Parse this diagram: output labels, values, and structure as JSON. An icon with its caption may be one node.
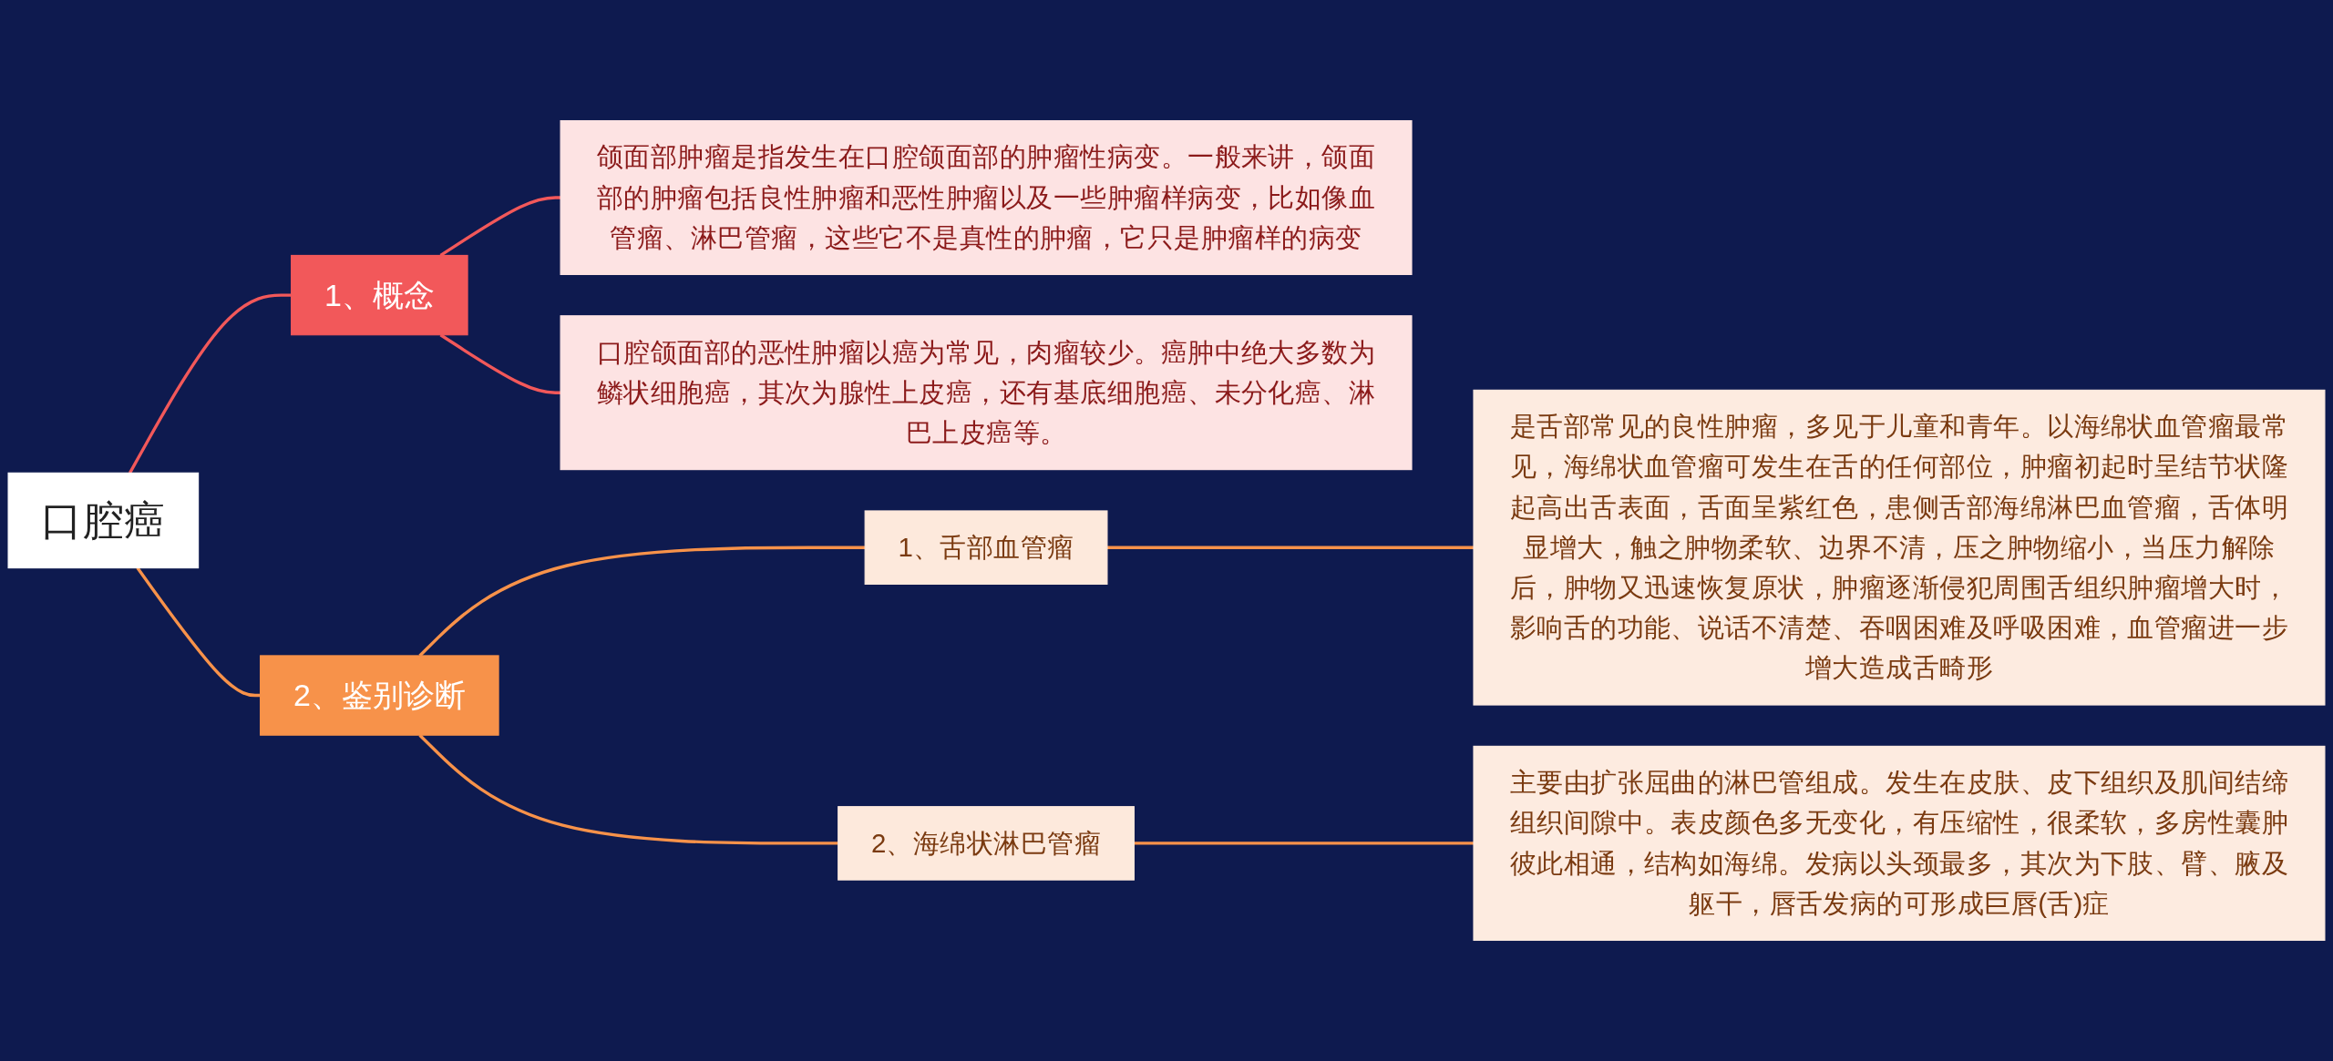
{
  "diagram": {
    "nodes": [
      {
        "text": [
          "口腔癌"
        ]
      },
      {
        "text": [
          "1、概念"
        ]
      },
      {
        "text": [
          "颌面部肿瘤是指发生在口腔颌面部的肿瘤性病变。一般来讲，颌面部的肿瘤包括良性肿瘤和恶性肿瘤以及一些肿瘤样病变，比如像血管瘤、淋巴管瘤，这些它不是真性的肿瘤，它只是肿瘤样的病变"
        ]
      },
      {
        "text": [
          "口腔颌面部的恶性肿瘤以癌为常见，肉瘤较少。癌肿中绝大多数为鳞状细胞癌，其次为腺性上皮癌，还有基底细胞癌、未分化癌、淋巴上皮癌等。"
        ]
      },
      {
        "text": [
          "2、鉴别诊断"
        ]
      },
      {
        "text": [
          "1、舌部血管瘤"
        ]
      },
      {
        "text": [
          "是舌部常见的良性肿瘤，多见于儿童和青年。以海绵状血管瘤最常见，海绵状血管瘤可发生在舌的任何部位，肿瘤初起时呈结节状隆起高出舌表面，舌面呈紫红色，患侧舌部海绵淋巴血管瘤，舌体明显增大，触之肿物柔软、边界不清，压之肿物缩小，当压力解除后，肿物又迅速恢复原状，肿瘤逐渐侵犯周围舌组织肿瘤增大时，影响舌的功能、说话不清楚、吞咽困难及呼吸困难，血管瘤进一步增大造成舌畸形"
        ]
      },
      {
        "text": [
          "2、海绵状淋巴管瘤"
        ]
      },
      {
        "text": [
          "主要由扩张屈曲的淋巴管组成。发生在皮肤、皮下组织及肌间结缔组织间隙中。表皮颜色多无变化，有压缩性，很柔软，多房性囊肿彼此相通，结构如海绵。发病以头颈最多，其次为下肢、臂、腋及躯干，唇舌发病的可形成巨唇(舌)症"
        ]
      }
    ],
    "edges": [
      {
        "from": 0,
        "to": 1,
        "arrow": "none",
        "color": "#f2585a"
      },
      {
        "from": 1,
        "to": 2,
        "arrow": "none",
        "color": "#f2585a"
      },
      {
        "from": 1,
        "to": 3,
        "arrow": "none",
        "color": "#f2585a"
      },
      {
        "from": 0,
        "to": 4,
        "arrow": "none"
      },
      {
        "from": 4,
        "to": 5,
        "arrow": "none"
      },
      {
        "from": 5,
        "to": 6,
        "arrow": "none"
      },
      {
        "from": 4,
        "to": 7,
        "arrow": "none"
      },
      {
        "from": 7,
        "to": 8,
        "arrow": "none"
      }
    ]
  }
}
